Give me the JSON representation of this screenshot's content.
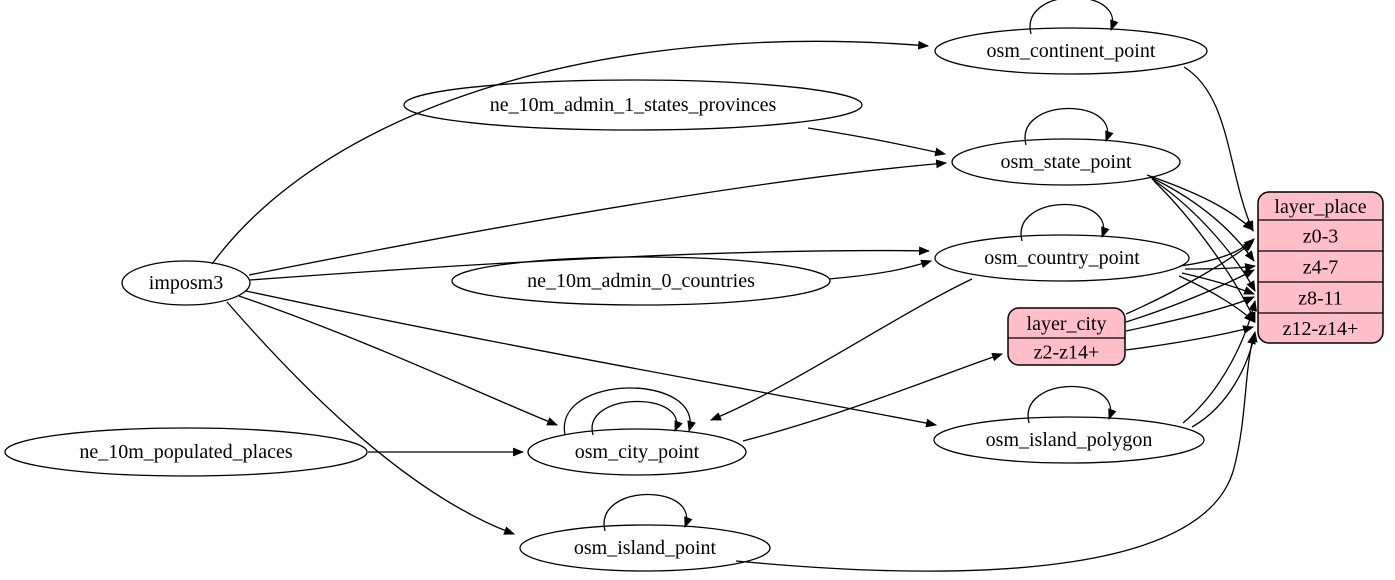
{
  "diagram": {
    "kind": "etl-graph",
    "background": "#ffffff",
    "colors": {
      "record_fill": "#ffbec8",
      "node_fill": "#ffffff",
      "stroke": "#000000",
      "edge": "#000000"
    },
    "nodes": [
      {
        "id": "imposm3",
        "label": "imposm3",
        "type": "ellipse",
        "self_loops": 0
      },
      {
        "id": "ne_10m_admin_1_states_provinces",
        "label": "ne_10m_admin_1_states_provinces",
        "type": "ellipse",
        "self_loops": 0
      },
      {
        "id": "ne_10m_admin_0_countries",
        "label": "ne_10m_admin_0_countries",
        "type": "ellipse",
        "self_loops": 0
      },
      {
        "id": "ne_10m_populated_places",
        "label": "ne_10m_populated_places",
        "type": "ellipse",
        "self_loops": 0
      },
      {
        "id": "osm_continent_point",
        "label": "osm_continent_point",
        "type": "ellipse",
        "self_loops": 1
      },
      {
        "id": "osm_state_point",
        "label": "osm_state_point",
        "type": "ellipse",
        "self_loops": 1
      },
      {
        "id": "osm_country_point",
        "label": "osm_country_point",
        "type": "ellipse",
        "self_loops": 1
      },
      {
        "id": "osm_city_point",
        "label": "osm_city_point",
        "type": "ellipse",
        "self_loops": 2
      },
      {
        "id": "osm_island_polygon",
        "label": "osm_island_polygon",
        "type": "ellipse",
        "self_loops": 1
      },
      {
        "id": "osm_island_point",
        "label": "osm_island_point",
        "type": "ellipse",
        "self_loops": 1
      },
      {
        "id": "layer_city",
        "label": "layer_city",
        "type": "record",
        "rows": [
          "z2-z14+"
        ]
      },
      {
        "id": "layer_place",
        "label": "layer_place",
        "type": "record",
        "rows": [
          "z0-3",
          "z4-7",
          "z8-11",
          "z12-z14+"
        ]
      }
    ],
    "edges": [
      {
        "from": "imposm3",
        "to": "osm_continent_point"
      },
      {
        "from": "imposm3",
        "to": "osm_state_point"
      },
      {
        "from": "imposm3",
        "to": "osm_country_point"
      },
      {
        "from": "imposm3",
        "to": "osm_city_point"
      },
      {
        "from": "imposm3",
        "to": "osm_island_polygon"
      },
      {
        "from": "imposm3",
        "to": "osm_island_point"
      },
      {
        "from": "ne_10m_admin_1_states_provinces",
        "to": "osm_state_point"
      },
      {
        "from": "ne_10m_admin_0_countries",
        "to": "osm_country_point"
      },
      {
        "from": "ne_10m_populated_places",
        "to": "osm_city_point"
      },
      {
        "from": "osm_continent_point",
        "to": "layer_place",
        "port": "z0-3"
      },
      {
        "from": "osm_state_point",
        "to": "layer_place",
        "port": "z0-3"
      },
      {
        "from": "osm_state_point",
        "to": "layer_place",
        "port": "z4-7"
      },
      {
        "from": "osm_state_point",
        "to": "layer_place",
        "port": "z8-11"
      },
      {
        "from": "osm_state_point",
        "to": "layer_place",
        "port": "z12-z14+"
      },
      {
        "from": "osm_country_point",
        "to": "layer_place",
        "port": "z0-3"
      },
      {
        "from": "osm_country_point",
        "to": "layer_place",
        "port": "z4-7"
      },
      {
        "from": "osm_country_point",
        "to": "layer_place",
        "port": "z8-11"
      },
      {
        "from": "osm_country_point",
        "to": "layer_place",
        "port": "z12-z14+"
      },
      {
        "from": "osm_country_point",
        "to": "osm_city_point"
      },
      {
        "from": "osm_city_point",
        "to": "layer_city",
        "port": "z2-z14+"
      },
      {
        "from": "layer_city",
        "to": "layer_place",
        "port": "z0-3"
      },
      {
        "from": "layer_city",
        "to": "layer_place",
        "port": "z4-7"
      },
      {
        "from": "layer_city",
        "to": "layer_place",
        "port": "z8-11"
      },
      {
        "from": "layer_city",
        "to": "layer_place",
        "port": "z12-z14+"
      },
      {
        "from": "osm_island_polygon",
        "to": "layer_place",
        "port": "z8-11"
      },
      {
        "from": "osm_island_polygon",
        "to": "layer_place",
        "port": "z12-z14+"
      },
      {
        "from": "osm_island_point",
        "to": "layer_place",
        "port": "z12-z14+"
      }
    ]
  }
}
